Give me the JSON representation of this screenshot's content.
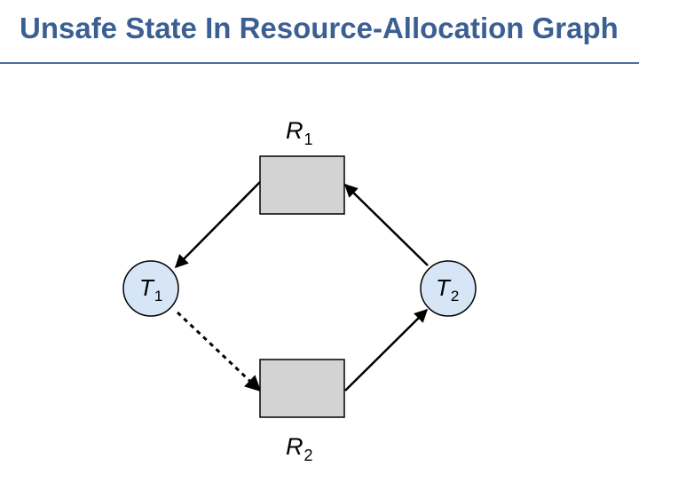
{
  "title": "Unsafe State In Resource-Allocation Graph",
  "colors": {
    "title": "#3b5f93",
    "rule": "#4b6f9e",
    "resource_fill": "#d3d3d3",
    "thread_fill": "#d6e6f7",
    "edge": "#000000"
  },
  "nodes": {
    "r1": {
      "letter": "R",
      "sub": "1"
    },
    "r2": {
      "letter": "R",
      "sub": "2"
    },
    "t1": {
      "letter": "T",
      "sub": "1"
    },
    "t2": {
      "letter": "T",
      "sub": "2"
    }
  }
}
